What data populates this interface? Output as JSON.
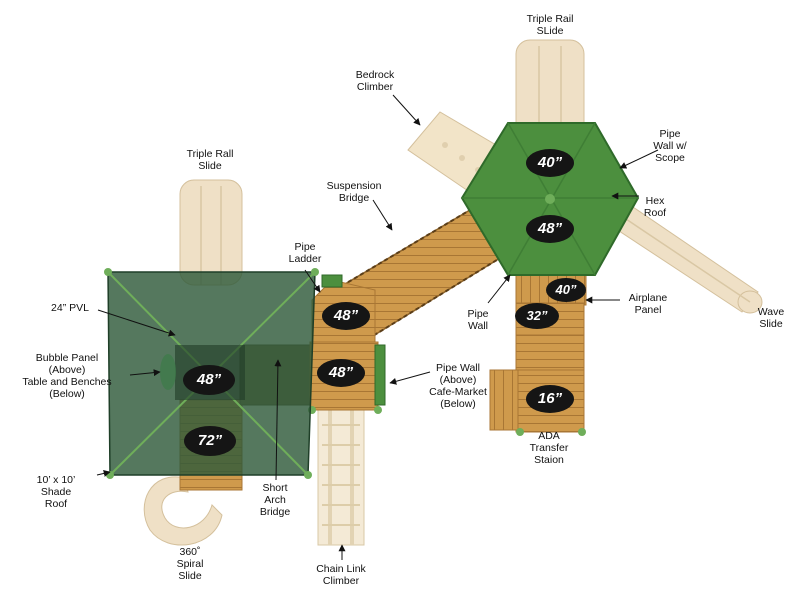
{
  "colors": {
    "wood": "#cf9a4c",
    "wood_dark": "#a87634",
    "canopy": "#4c8f3e",
    "canopy_dark": "#2f6a2a",
    "shade": "#2f5a3a",
    "slide": "#efe0c6",
    "climber": "#f4ead6",
    "badge": "#151515",
    "arrow": "#111111"
  },
  "heights": {
    "hex_top": "40”",
    "hex_bottom": "48”",
    "deck_40": "40”",
    "deck_32": "32”",
    "deck_16": "16”",
    "pipe_deck": "48”",
    "cafe_deck": "48”",
    "shade_deck": "48”",
    "spiral_deck": "72”"
  },
  "labels": {
    "triple_rail_slide_right": "Triple Rail\nSLide",
    "bedrock_climber": "Bedrock\nClimber",
    "pipe_wall_scope": "Pipe\nWall w/\nScope",
    "hex_roof": "Hex\nRoof",
    "triple_rail_slide_left": "Triple Rall\nSlide",
    "suspension_bridge": "Suspension\nBridge",
    "pipe_ladder": "Pipe\nLadder",
    "pvl": "24” PVL",
    "bubble_panel": "Bubble Panel\n(Above)\nTable and Benches\n(Below)",
    "shade_roof": "10’ x 10’\nShade\nRoof",
    "spiral_slide": "360˚\nSpiral\nSlide",
    "short_arch_bridge": "Short\nArch\nBridge",
    "chain_link_climber": "Chain Link\nClimber",
    "pipe_wall_cafe": "Pipe Wall\n(Above)\nCafe-Market\n(Below)",
    "pipe_wall": "Pipe\nWall",
    "airplane_panel": "Airplane\nPanel",
    "wave_slide": "Wave\nSlide",
    "ada_transfer": "ADA\nTransfer\nStaion"
  }
}
